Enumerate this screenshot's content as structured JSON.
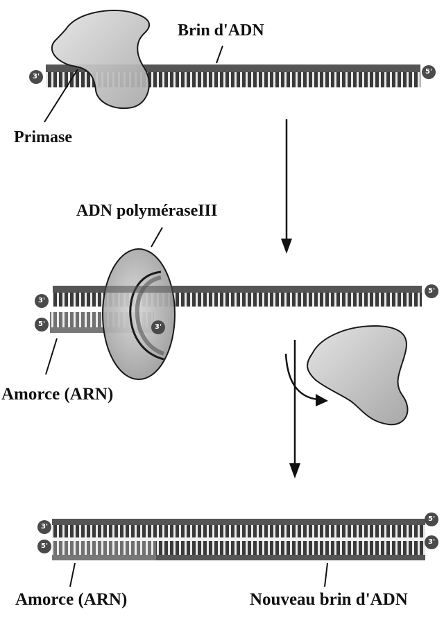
{
  "labels": {
    "dna_strand": "Brin d'ADN",
    "primase": "Primase",
    "polymerase": "ADN polyméraseIII",
    "primer_1": "Amorce (ARN)",
    "primer_2": "Amorce (ARN)",
    "new_strand": "Nouveau brin d'ADN"
  },
  "ends": {
    "three_prime": "3'",
    "five_prime": "5'"
  },
  "colors": {
    "strand": "#3a3a3a",
    "primer": "#6a6a6a",
    "enzyme_fill": "#c8c8c8",
    "enzyme_stroke": "#1a1a1a",
    "ink": "#111111"
  }
}
